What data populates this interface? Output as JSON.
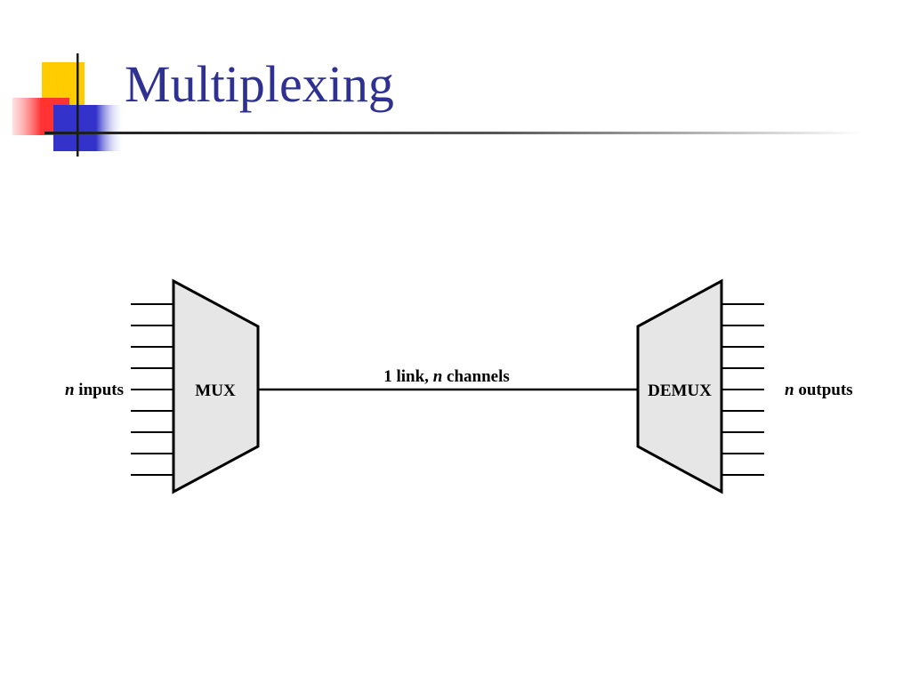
{
  "slide": {
    "title": "Multiplexing"
  },
  "colors": {
    "title": "#2e3192",
    "logo_yellow": "#ffcc00",
    "logo_red": "#ff3333",
    "logo_blue": "#3333cc",
    "block_fill": "#e6e6e6",
    "line": "#000000"
  },
  "diagram": {
    "inputs_label_n": "n",
    "inputs_label_rest": " inputs",
    "mux_label": "MUX",
    "link_label_prefix": "1 link, ",
    "link_label_n": "n",
    "link_label_suffix": " channels",
    "demux_label": "DEMUX",
    "outputs_label_n": "n",
    "outputs_label_rest": " outputs",
    "input_line_count": 9,
    "output_line_count": 9
  }
}
